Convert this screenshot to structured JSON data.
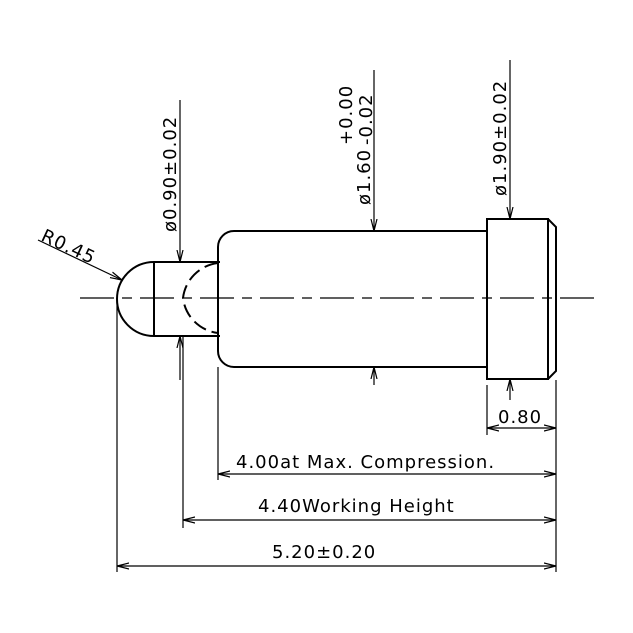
{
  "drawing": {
    "radius_label": "R0.45",
    "tip_diameter": "ø0.90±0.02",
    "body_diameter": "ø1.60",
    "body_tol_upper": "+0.00",
    "body_tol_lower": "-0.02",
    "head_diameter": "ø1.90±0.02",
    "head_length": "0.80",
    "compressed_label": "4.00at Max. Compression.",
    "working_label": "4.40Working Height",
    "total_label": "5.20±0.20"
  }
}
